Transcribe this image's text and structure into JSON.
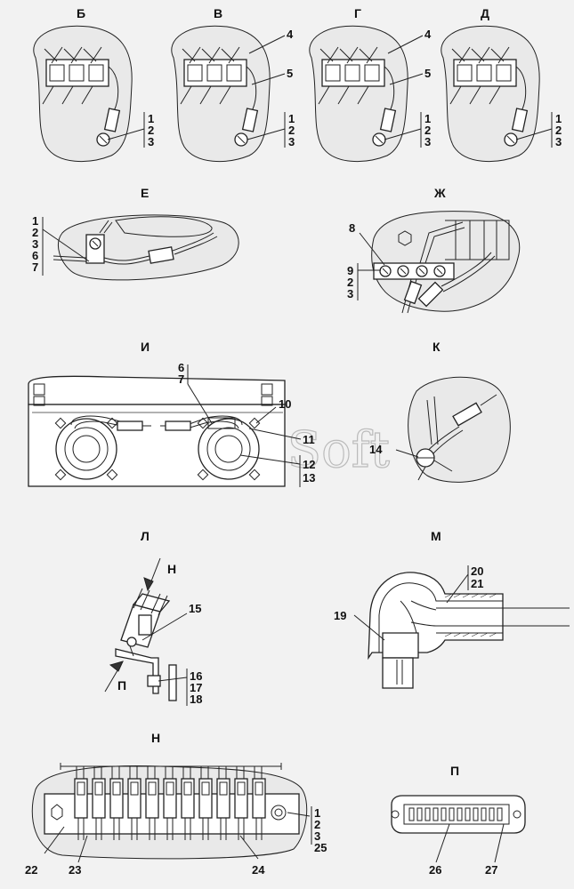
{
  "views": {
    "B": "Б",
    "V": "В",
    "G": "Г",
    "D": "Д",
    "E": "Е",
    "Zh": "Ж",
    "I": "И",
    "K": "К",
    "L": "Л",
    "M": "М",
    "N": "Н",
    "P": "П"
  },
  "arrows": {
    "n": "Н",
    "p": "П"
  },
  "callouts": {
    "c1": "1",
    "c2": "2",
    "c3": "3",
    "c4": "4",
    "c5": "5",
    "c6": "6",
    "c7": "7",
    "c8": "8",
    "c9": "9",
    "c10": "10",
    "c11": "11",
    "c12": "12",
    "c13": "13",
    "c14": "14",
    "c15": "15",
    "c16": "16",
    "c17": "17",
    "c18": "18",
    "c19": "19",
    "c20": "20",
    "c21": "21",
    "c22": "22",
    "c23": "23",
    "c24": "24",
    "c25": "25",
    "c26": "26",
    "c27": "27"
  },
  "watermark": "AutoSoft"
}
